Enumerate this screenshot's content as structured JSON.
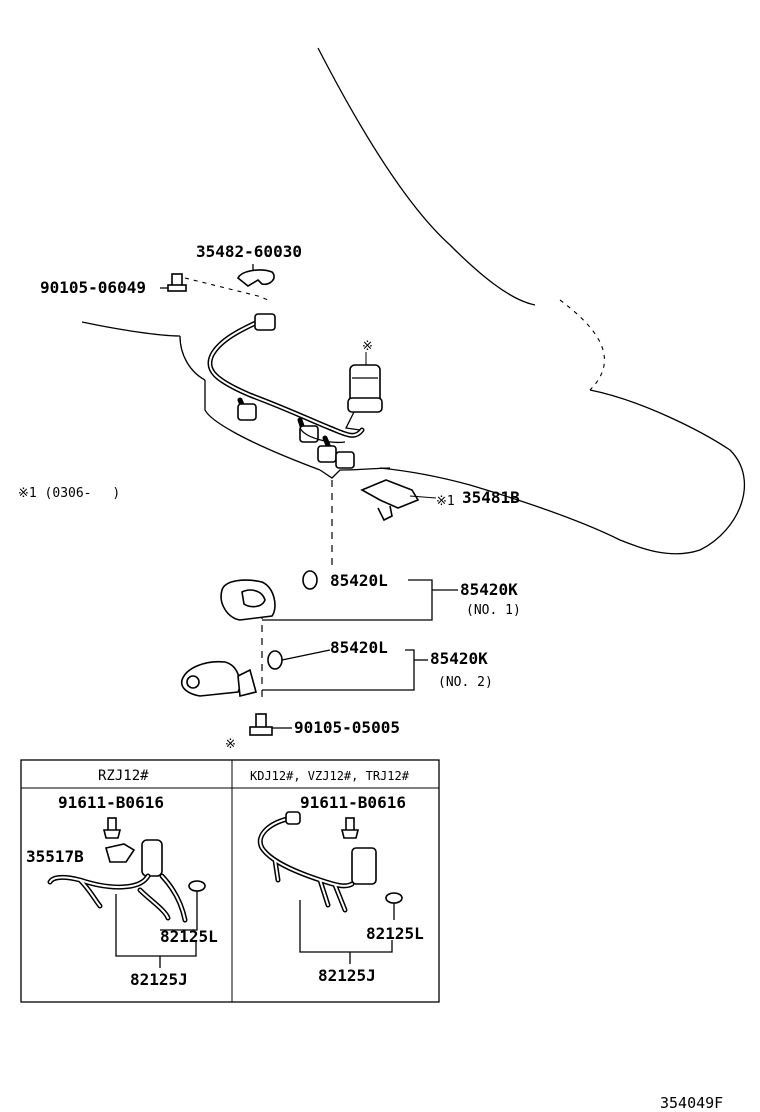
{
  "callouts": {
    "p35482_60030": "35482-60030",
    "p90105_06049": "90105-06049",
    "note_mark": "※",
    "note1_text": "※1 (0306-　 )",
    "p35481b": "35481B",
    "note1_ref": "※1",
    "p85420l_a": "85420L",
    "p85420k_a": "85420K",
    "no1": "(NO. 1)",
    "p85420l_b": "85420L",
    "p85420k_b": "85420K",
    "no2": "(NO. 2)",
    "p90105_05005": "90105-05005"
  },
  "inset": {
    "left": {
      "header": "RZJ12#",
      "p91611": "91611-B0616",
      "p35517b": "35517B",
      "p82125l": "82125L",
      "p82125j": "82125J"
    },
    "right": {
      "header": "KDJ12#, VZJ12#, TRJ12#",
      "p91611": "91611-B0616",
      "p82125l": "82125L",
      "p82125j": "82125J"
    }
  },
  "diagram_id": "354049F"
}
